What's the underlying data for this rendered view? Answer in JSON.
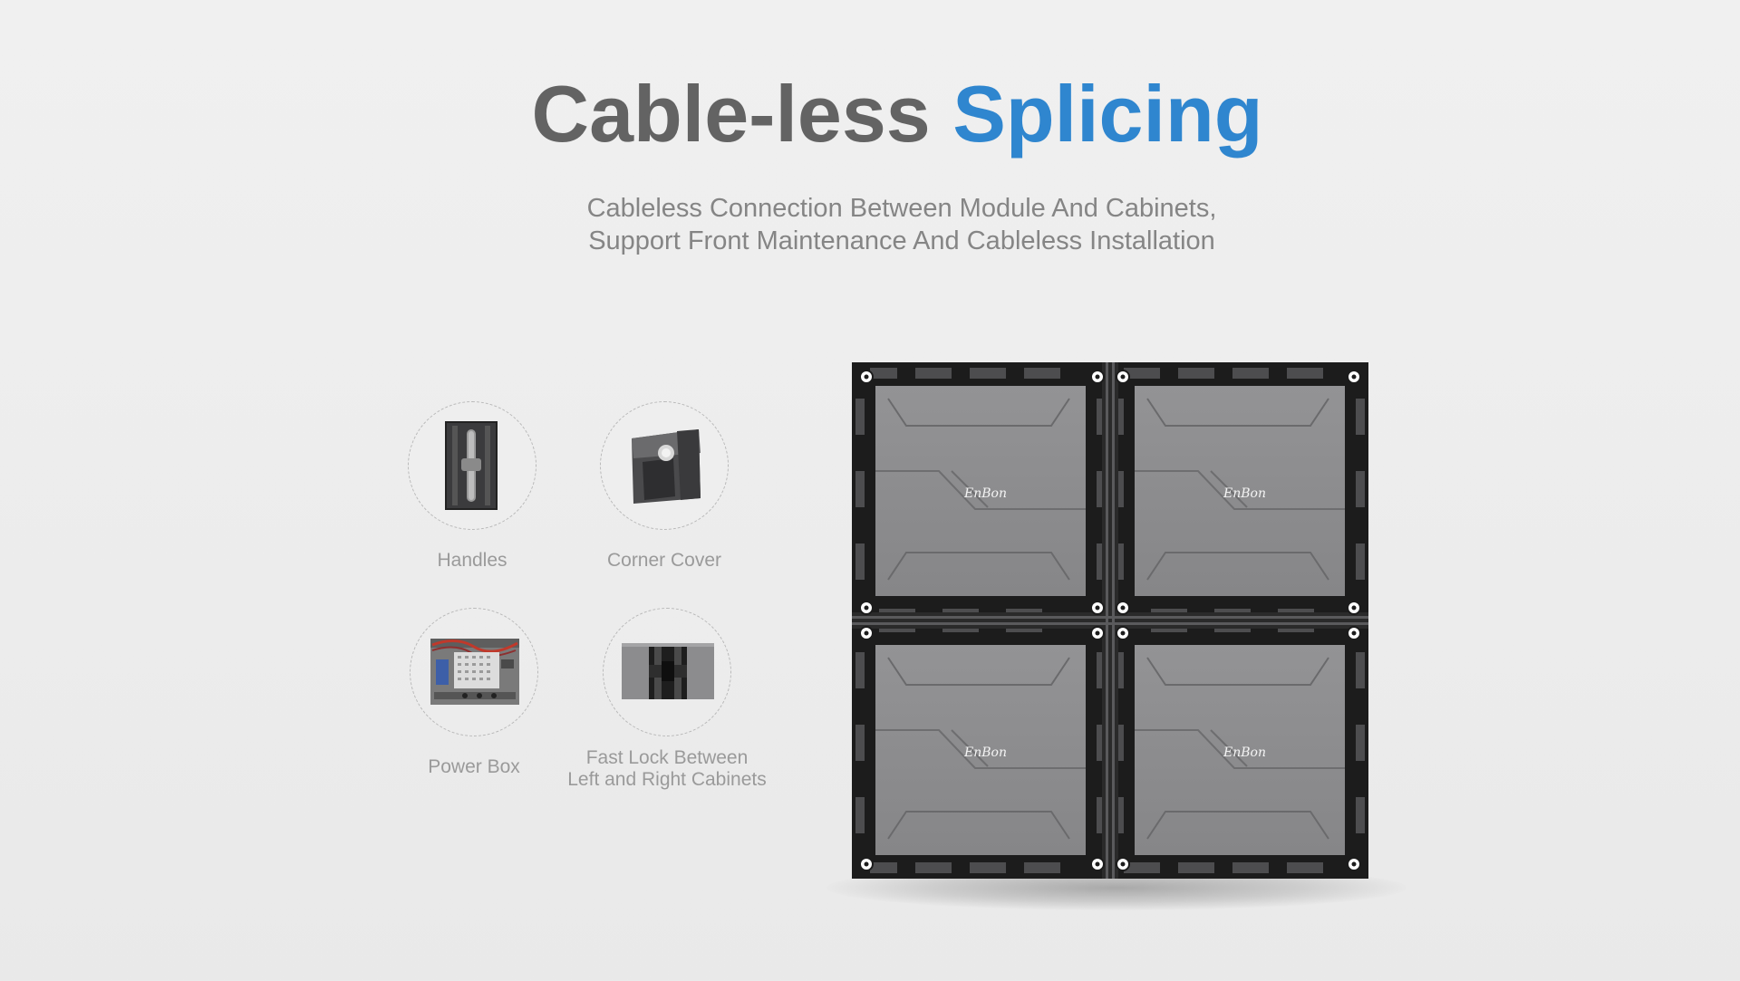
{
  "header": {
    "title_part1": "Cable-less",
    "title_part2": "Splicing",
    "subtitle_line1": "Cableless Connection Between Module And Cabinets,",
    "subtitle_line2": "Support Front Maintenance And Cableless Installation"
  },
  "features": [
    {
      "label": "Handles",
      "icon": "handle-icon"
    },
    {
      "label": "Corner Cover",
      "icon": "corner-cover-icon"
    },
    {
      "label": "Power Box",
      "icon": "power-box-icon"
    },
    {
      "label_line1": "Fast Lock Between",
      "label_line2": "Left and Right Cabinets",
      "icon": "fast-lock-icon"
    }
  ],
  "cabinet": {
    "brand": "EnBon",
    "panel_count": 4
  },
  "colors": {
    "title_gray": "#636363",
    "title_blue": "#2f86cf",
    "subtitle": "#858585",
    "label": "#9a9a9a",
    "panel": "#8c8c8e",
    "frame": "#1c1c1c"
  }
}
